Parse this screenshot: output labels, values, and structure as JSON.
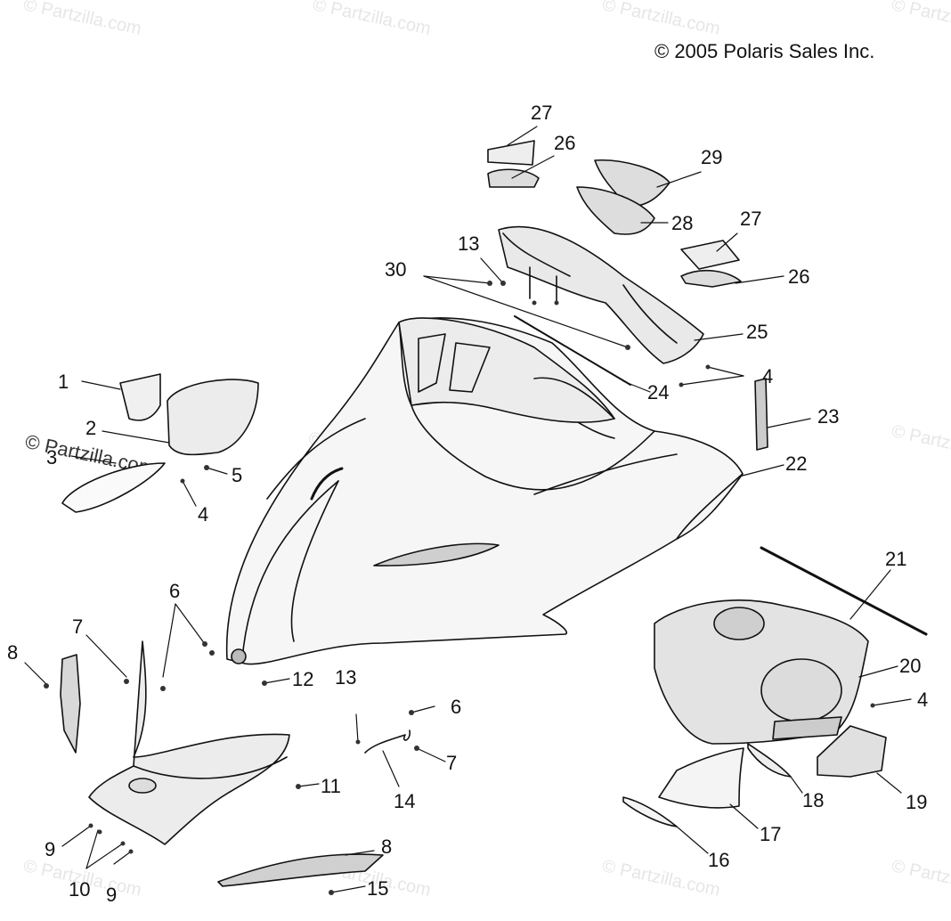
{
  "copyright": "© 2005 Polaris Sales Inc.",
  "watermark": "© Partzilla.com",
  "colors": {
    "line": "#111111",
    "panel": "#e9e9e9",
    "watermark": "#e6e6e6"
  },
  "callouts": [
    "1",
    "2",
    "3",
    "4",
    "5",
    "4",
    "6",
    "7",
    "8",
    "7",
    "6",
    "12",
    "13",
    "11",
    "9",
    "10",
    "9",
    "14",
    "8",
    "15",
    "13",
    "30",
    "27",
    "26",
    "29",
    "28",
    "27",
    "26",
    "25",
    "4",
    "24",
    "23",
    "22",
    "21",
    "20",
    "4",
    "18",
    "19",
    "17",
    "16"
  ]
}
